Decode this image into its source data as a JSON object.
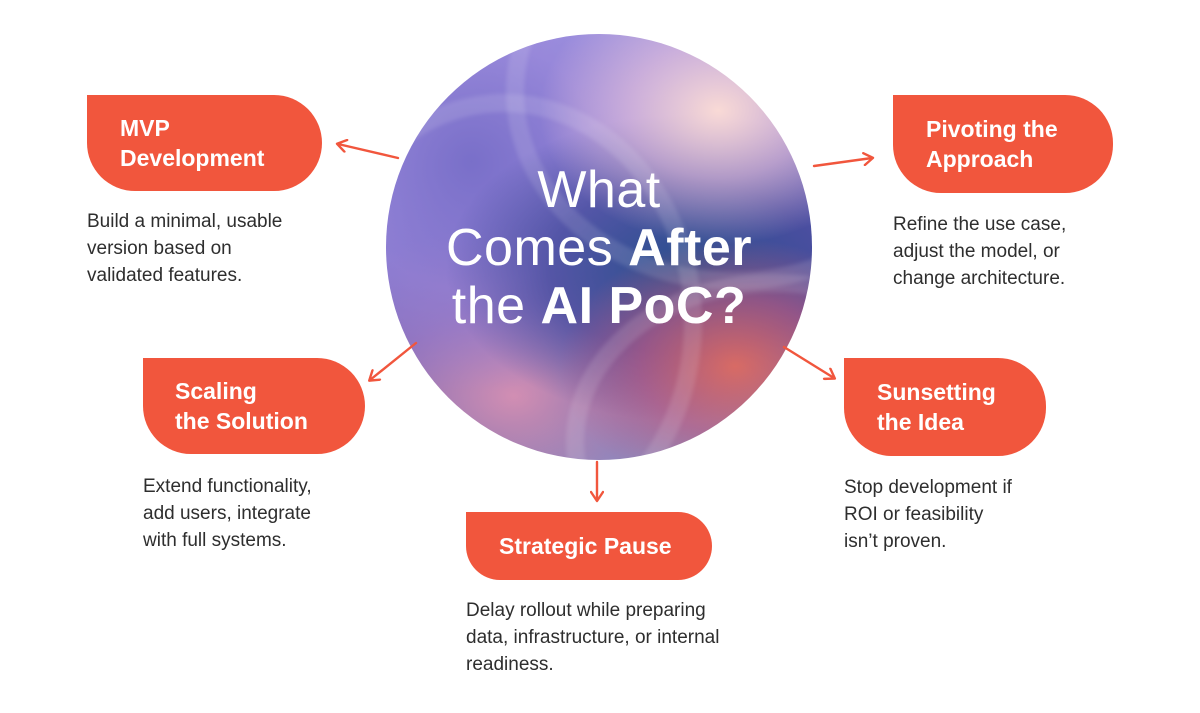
{
  "center": {
    "line1": "What",
    "line2_light": "Comes",
    "line2_bold": "After",
    "line3_light": "the",
    "line3_bold": "AI PoC?"
  },
  "nodes": {
    "mvp": {
      "label_line1": "MVP",
      "label_line2": "Development",
      "desc": [
        "Build a minimal, usable",
        "version based on",
        "validated features."
      ]
    },
    "pivot": {
      "label_line1": "Pivoting the",
      "label_line2": "Approach",
      "desc": [
        "Refine the use case,",
        "adjust the model, or",
        "change architecture."
      ]
    },
    "scaling": {
      "label_line1": "Scaling",
      "label_line2": "the Solution",
      "desc": [
        "Extend functionality,",
        "add users, integrate",
        "with full systems."
      ]
    },
    "sunset": {
      "label_line1": "Sunsetting",
      "label_line2": "the Idea",
      "desc": [
        "Stop development if",
        "ROI or feasibility",
        "isn’t proven."
      ]
    },
    "pause": {
      "label_line1": "Strategic Pause",
      "desc": [
        "Delay rollout while preparing",
        "data, infrastructure, or internal",
        "readiness."
      ]
    }
  },
  "colors": {
    "accent": "#f1563d",
    "text": "#2e2e2e",
    "background": "#ffffff"
  }
}
